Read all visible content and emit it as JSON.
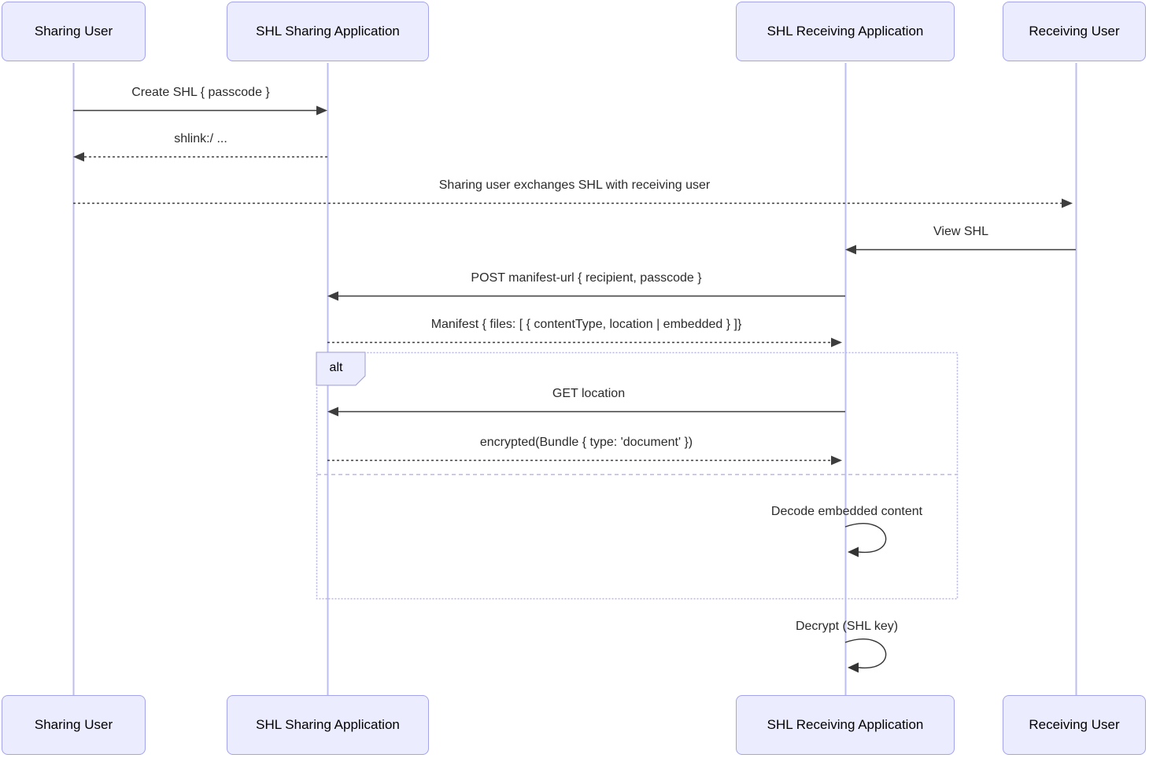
{
  "diagram": {
    "kind": "sequence-diagram",
    "topic": "SMART Health Links sharing flow",
    "actors": [
      {
        "label": "Sharing User"
      },
      {
        "label": "SHL Sharing Application"
      },
      {
        "label": "SHL Receiving Application"
      },
      {
        "label": "Receiving User"
      }
    ],
    "messages": [
      {
        "label": "Create SHL { passcode }",
        "from": "Sharing User",
        "to": "SHL Sharing Application",
        "line": "solid"
      },
      {
        "label": "shlink:/ ...",
        "from": "SHL Sharing Application",
        "to": "Sharing User",
        "line": "dashed"
      },
      {
        "label": "Sharing user exchanges SHL with receiving user",
        "from": "Sharing User",
        "to": "Receiving User",
        "line": "dashed"
      },
      {
        "label": "View SHL",
        "from": "Receiving User",
        "to": "SHL Receiving Application",
        "line": "solid"
      },
      {
        "label": "POST manifest-url { recipient, passcode }",
        "from": "SHL Receiving Application",
        "to": "SHL Sharing Application",
        "line": "solid"
      },
      {
        "label": "Manifest { files: [ { contentType, location | embedded } ]}",
        "from": "SHL Sharing Application",
        "to": "SHL Receiving Application",
        "line": "dashed"
      },
      {
        "label": "GET location",
        "from": "SHL Receiving Application",
        "to": "SHL Sharing Application",
        "line": "solid",
        "inside_alt": true
      },
      {
        "label": "encrypted(Bundle { type: 'document' })",
        "from": "SHL Sharing Application",
        "to": "SHL Receiving Application",
        "line": "dashed",
        "inside_alt": true
      },
      {
        "label": "Decode embedded content",
        "from": "SHL Receiving Application",
        "to": "SHL Receiving Application",
        "line": "self",
        "inside_alt": true
      },
      {
        "label": "Decrypt (SHL key)",
        "from": "SHL Receiving Application",
        "to": "SHL Receiving Application",
        "line": "self"
      }
    ],
    "alt_block": {
      "label": "alt"
    },
    "colors": {
      "actor_fill": "#ECECFF",
      "actor_border": "#a3a3ee",
      "lifeline": "#bdbdf0",
      "frame_border": "#b6b6ea",
      "message_line": "#3d3d3d",
      "message_text": "#2b2b2b"
    }
  }
}
